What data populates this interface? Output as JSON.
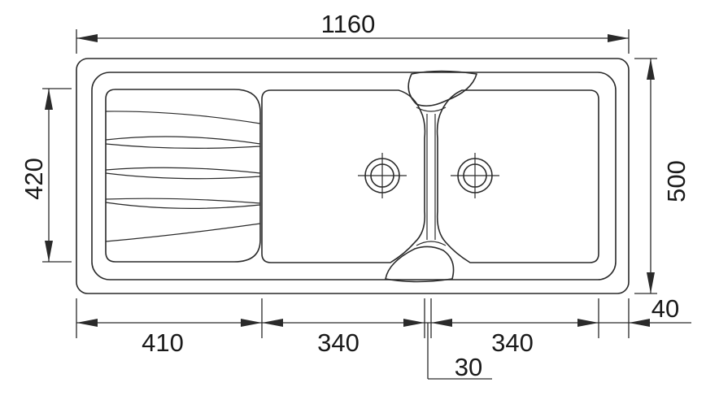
{
  "dimensions": {
    "overall_width": "1160",
    "overall_depth": "500",
    "inner_depth": "420",
    "drainer_width": "410",
    "bowl1_width": "340",
    "bowl2_width": "340",
    "divider_width": "30",
    "rim_margin": "40"
  },
  "colors": {
    "line": "#2a2a2a",
    "background": "#ffffff"
  }
}
